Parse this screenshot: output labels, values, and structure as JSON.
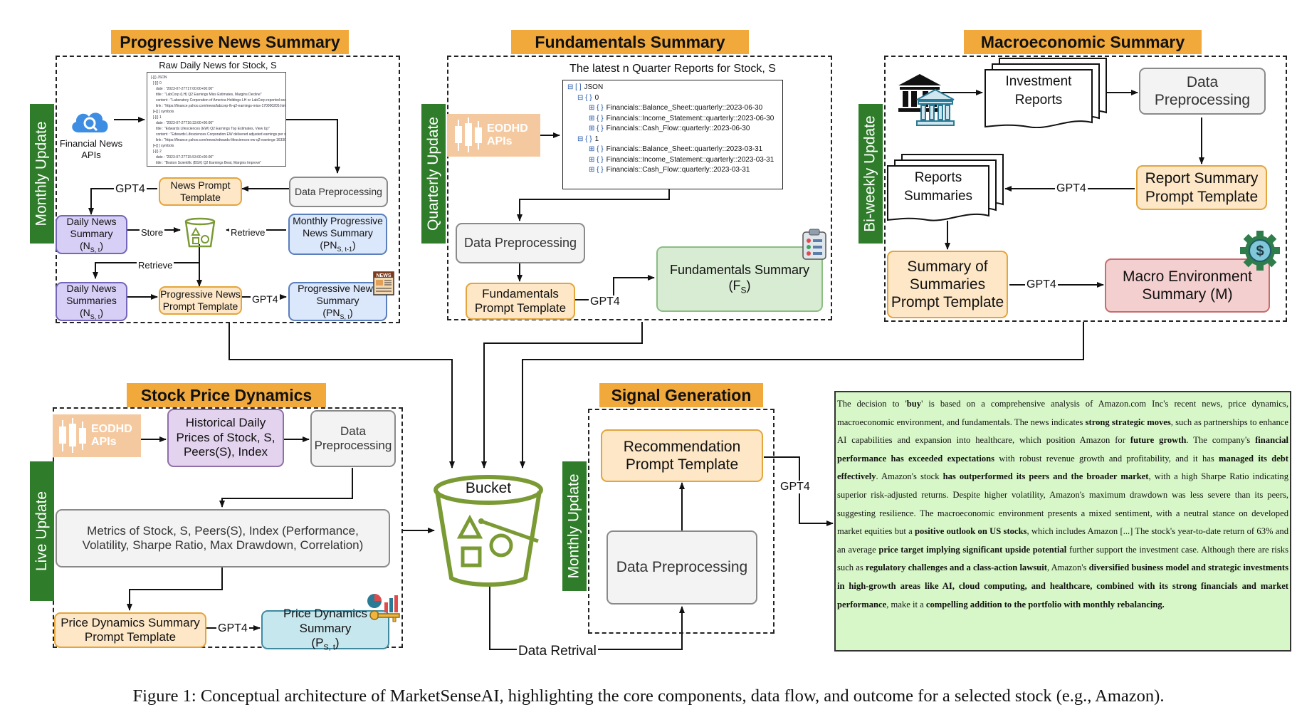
{
  "sections": {
    "news": {
      "title": "Progressive  News Summary",
      "side_label": "Monthly Update",
      "raw_title": "Raw Daily News for Stock, S",
      "raw_lines": [
        "[-]{} JSON",
        "  [-]{} 0",
        "     date : \"2023-07-27T17:00:00+00:00\"",
        "     title : \"LabCorp (LH) Q2 Earnings Miss Estimates, Margins Decline\"",
        "     content : \"Laboratory Corporation of America Holdings LH or LabCorp reported second-quarter 2023 adjusted",
        "     link : \"https://finance.yahoo.com/news/labcorp-lh-q2-earnings-miss-170000205.html\"",
        "  [+][ ] symbols",
        "  [-]{} 1",
        "     date : \"2023-07-27T16:33:00+00:00\"",
        "     title : \"Edwards Lifesciences (EW) Q2 Earnings Top Estimates, View Up\"",
        "     content : \"Edwards Lifesciences Corporation EW delivered adjusted earnings per share (EPS) of 66 cents for",
        "     link : \"https://finance.yahoo.com/news/edwards-lifesciences-ew-q2-earnings-163300814.html\"",
        "  [+][ ] symbols",
        "  [-]{} 2",
        "     date : \"2023-07-27T15:53:00+00:00\"",
        "     title : \"Boston Scientific (BSX) Q2 Earnings Beat, Margins Improve\"",
        "     content : \"Boston Scientific Corporation BSX posted adjusted earnings per share (EPS) of 53 cents for the q",
        "     link : \"https://finance.yahoo.com/news/boston-scientific-bsx-q2-earnings-155300213.html\""
      ],
      "api_label": "Financial News APIs",
      "data_pre": "Data Preprocessing",
      "news_template": "News Prompt Template",
      "daily_summary": "Daily News Summary",
      "daily_summary_sub": "(N",
      "daily_summary_idx": "S, t",
      "monthly_prog": "Monthly Progressive News Summary",
      "monthly_prog_sub": "(PN",
      "monthly_prog_idx": "S, t-1",
      "daily_summaries": "Daily News Summaries",
      "daily_summaries_sub": "(N",
      "daily_summaries_idx": "S, t",
      "prog_template": "Progressive News Prompt Template",
      "prog_summary": "Progressive News Summary",
      "prog_summary_sub": "(PN",
      "prog_summary_idx": "S, t",
      "lbl_gpt4a": "GPT4",
      "lbl_gpt4b": "GPT4",
      "lbl_store": "Store",
      "lbl_retrieve1": "Retrieve",
      "lbl_retrieve2": "Retrieve",
      "news_icon": "NEWS"
    },
    "fundamentals": {
      "title": "Fundamentals Summary",
      "side_label": "Quarterly Update",
      "reports_title": "The latest n Quarter Reports for Stock, S",
      "json_lines": [
        "JSON",
        "0",
        "Financials::Balance_Sheet::quarterly::2023-06-30",
        "Financials::Income_Statement::quarterly::2023-06-30",
        "Financials::Cash_Flow::quarterly::2023-06-30",
        "1",
        "Financials::Balance_Sheet::quarterly::2023-03-31",
        "Financials::Income_Statement::quarterly::2023-03-31",
        "Financials::Cash_Flow::quarterly::2023-03-31"
      ],
      "eodhd": "EODHD",
      "apis": "APIs",
      "data_pre": "Data Preprocessing",
      "template": "Fundamentals Prompt Template",
      "summary": "Fundamentals Summary",
      "summary_sub": "(F",
      "summary_idx": "S",
      "lbl_gpt4": "GPT4"
    },
    "macro": {
      "title": "Macroeconomic Summary",
      "side_label": "Bi-weekly Update",
      "investment_reports": "Investment Reports",
      "data_pre": "Data Preprocessing",
      "report_template": "Report Summary Prompt Template",
      "reports_summaries": "Reports Summaries",
      "summary_template": "Summary of Summaries Prompt Template",
      "macro_summary": "Macro Environment Summary (M)",
      "lbl_gpt4a": "GPT4",
      "lbl_gpt4b": "GPT4"
    },
    "price": {
      "title": "Stock Price Dynamics",
      "side_label": "Live Update",
      "eodhd": "EODHD",
      "apis": "APIs",
      "historical": "Historical Daily Prices of Stock, S, Peers(S), Index",
      "data_pre": "Data Preprocessing",
      "metrics": "Metrics of  Stock, S, Peers(S), Index (Performance, Volatility, Sharpe Ratio, Max Drawdown, Correlation)",
      "template": "Price Dynamics Summary Prompt Template",
      "summary": "Price Dynamics Summary",
      "summary_sub": "(P",
      "summary_idx": "S, t",
      "lbl_gpt4": "GPT4"
    },
    "signal": {
      "title": "Signal Generation",
      "side_label": "Monthly Update",
      "template": "Recommendation Prompt Template",
      "data_pre": "Data Preprocessing",
      "lbl_gpt4": "GPT4"
    }
  },
  "bucket": {
    "label": "Bucket",
    "retrieval": "Data Retrival"
  },
  "output_text": [
    [
      "t",
      "The decision to '"
    ],
    [
      "b",
      "buy"
    ],
    [
      "t",
      "' is based on a comprehensive analysis of Amazon.com Inc's recent news, price dynamics, macroeconomic environment, and fundamentals. The news indicates "
    ],
    [
      "b",
      "strong strategic moves"
    ],
    [
      "t",
      ", such as partnerships to enhance AI capabilities and expansion into healthcare, which position Amazon for "
    ],
    [
      "b",
      "future growth"
    ],
    [
      "t",
      ". The company's "
    ],
    [
      "b",
      "financial performance has exceeded expectations"
    ],
    [
      "t",
      " with robust revenue growth and profitability, and it has "
    ],
    [
      "b",
      "managed its debt effectively"
    ],
    [
      "t",
      ". Amazon's stock "
    ],
    [
      "b",
      "has outperformed its peers and the broader market"
    ],
    [
      "t",
      ", with a high Sharpe Ratio indicating superior risk-adjusted returns. Despite higher volatility, Amazon's maximum drawdown was less severe than its peers, suggesting resilience. The macroeconomic environment presents a mixed sentiment, with a neutral stance on developed market equities but a "
    ],
    [
      "b",
      "positive outlook on US stocks"
    ],
    [
      "t",
      ", which includes Amazon [...] The stock's year-to-date return of 63% and an average "
    ],
    [
      "b",
      "price target implying significant upside potential"
    ],
    [
      "t",
      " further support the investment case. Although there are risks such as "
    ],
    [
      "b",
      "regulatory challenges and a class-action lawsuit"
    ],
    [
      "t",
      ", Amazon's "
    ],
    [
      "b",
      "diversified business model and strategic investments in high-growth areas like AI, cloud computing, and healthcare, combined with its strong financials and market performance"
    ],
    [
      "t",
      ", make it a "
    ],
    [
      "b",
      "compelling addition to the portfolio with monthly rebalancing."
    ]
  ],
  "caption": "Figure 1: Conceptual architecture of MarketSenseAI, highlighting the core components, data flow, and outcome for a selected stock (e.g., Amazon).",
  "colors": {
    "title_orange": "#f2a93b",
    "side_green": "#2f7d2a",
    "bucket_green": "#7a9a34",
    "output_bg": "#d8f7c8"
  }
}
